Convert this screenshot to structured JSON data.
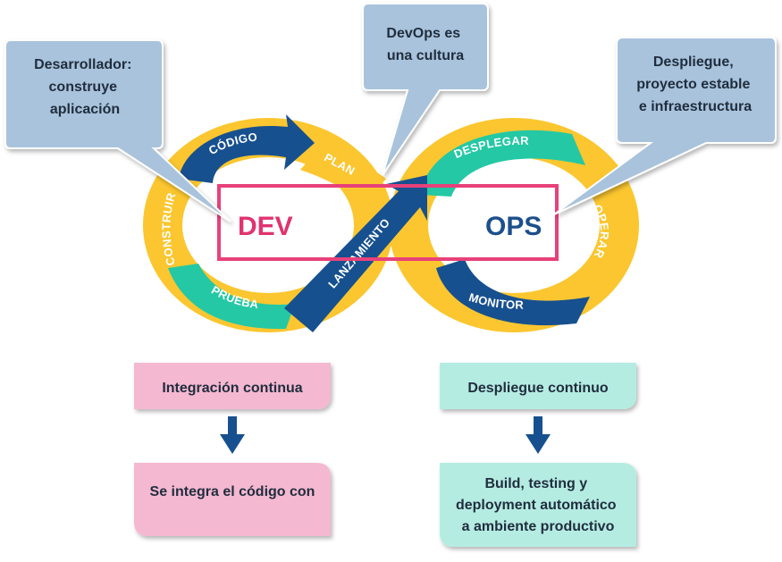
{
  "colors": {
    "navy": "#17508f",
    "teal": "#24c8a4",
    "yellow": "#fbc62f",
    "bubble": "#a9c3dc",
    "bubble_border": "#ffffff",
    "frame": "#e8417a",
    "dev_text": "#e0336f",
    "ops_text": "#1c4f8c",
    "pink_box": "#f5b8d1",
    "teal_box": "#b5ece2",
    "arrow": "#17508f"
  },
  "callouts": {
    "developer": [
      "Desarrollador:",
      "construye",
      "aplicación"
    ],
    "culture": [
      "DevOps es",
      "una cultura"
    ],
    "deploy": [
      "Despliegue,",
      "proyecto estable",
      "e infraestructura"
    ]
  },
  "loop": {
    "segments": {
      "code": "CÓDIGO",
      "plan": "PLAN",
      "build": "CONSTRUIR",
      "test": "PRUEBA",
      "release": "LANZAMIENTO",
      "deploy": "DESPLEGAR",
      "operate": "OPERAR",
      "monitor": "MONITOR"
    },
    "dev_label": "DEV",
    "ops_label": "OPS"
  },
  "flows": {
    "ci": {
      "title": "Integración continua",
      "result": [
        "Se integra el código con"
      ]
    },
    "cd": {
      "title": "Despliegue continuo",
      "result": [
        "Build, testing y",
        "deployment automático",
        "a ambiente productivo"
      ]
    }
  }
}
